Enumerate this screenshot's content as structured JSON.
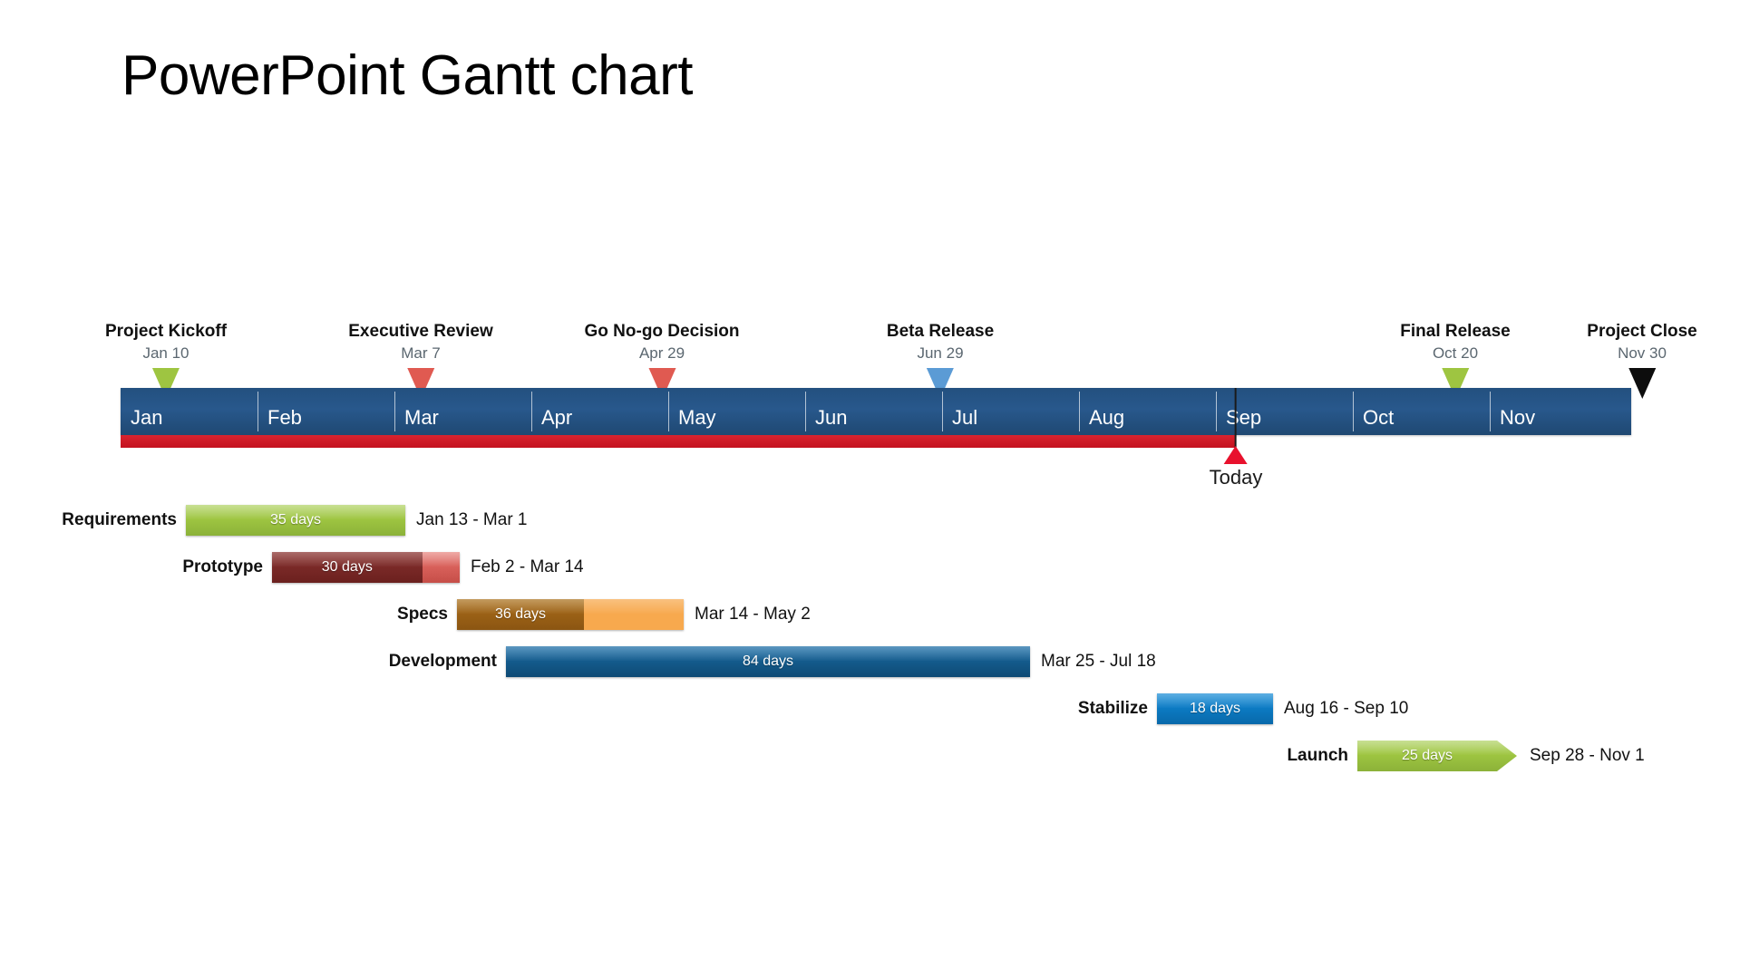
{
  "page": {
    "title": "PowerPoint Gantt chart",
    "background_color": "#ffffff"
  },
  "timeline": {
    "start_label": "Jan",
    "end_label": "Nov",
    "bar_color": "#28588c",
    "progress_color": "#c4121f",
    "months": [
      {
        "label": "Jan"
      },
      {
        "label": "Feb"
      },
      {
        "label": "Mar"
      },
      {
        "label": "Apr"
      },
      {
        "label": "May"
      },
      {
        "label": "Jun"
      },
      {
        "label": "Jul"
      },
      {
        "label": "Aug"
      },
      {
        "label": "Sep"
      },
      {
        "label": "Oct"
      },
      {
        "label": "Nov"
      }
    ],
    "today": {
      "label": "Today",
      "marker_color": "#e8112d"
    }
  },
  "milestones": [
    {
      "name": "Project Kickoff",
      "date": "Jan 10",
      "color": "#9ec541"
    },
    {
      "name": "Executive Review",
      "date": "Mar 7",
      "color": "#e05a51"
    },
    {
      "name": "Go No-go Decision",
      "date": "Apr 29",
      "color": "#e05a51"
    },
    {
      "name": "Beta Release",
      "date": "Jun 29",
      "color": "#5b9bd5"
    },
    {
      "name": "Final Release",
      "date": "Oct 20",
      "color": "#9ec541"
    },
    {
      "name": "Project Close",
      "date": "Nov 30",
      "color": "#0d0d0d"
    }
  ],
  "tasks": [
    {
      "name": "Requirements",
      "days_label": "35 days",
      "date_range": "Jan 13 - Mar 1",
      "color": "#9ec541",
      "progress_color": "#8cb239",
      "percent_complete": 100,
      "shape": "bar"
    },
    {
      "name": "Prototype",
      "days_label": "30 days",
      "date_range": "Feb 2 - Mar 14",
      "color": "#d9615b",
      "progress_color": "#7b2a28",
      "percent_complete": 80,
      "shape": "bar"
    },
    {
      "name": "Specs",
      "days_label": "36 days",
      "date_range": "Mar 14 - May 2",
      "color": "#f6a councils",
      "progress_color": "#9c6216",
      "percent_complete": 56,
      "shape": "bar"
    },
    {
      "name": "Development",
      "days_label": "84 days",
      "date_range": "Mar 25 - Jul 18",
      "color": "#145c8e",
      "progress_color": "#145c8e",
      "percent_complete": 100,
      "shape": "bar"
    },
    {
      "name": "Stabilize",
      "days_label": "18 days",
      "date_range": "Aug 16 - Sep 10",
      "color": "#0c7bc4",
      "progress_color": "#0c7bc4",
      "percent_complete": 100,
      "shape": "bar"
    },
    {
      "name": "Launch",
      "days_label": "25 days",
      "date_range": "Sep 28 - Nov 1",
      "color": "#9ec541",
      "progress_color": "#9ec541",
      "percent_complete": 100,
      "shape": "arrow"
    }
  ]
}
